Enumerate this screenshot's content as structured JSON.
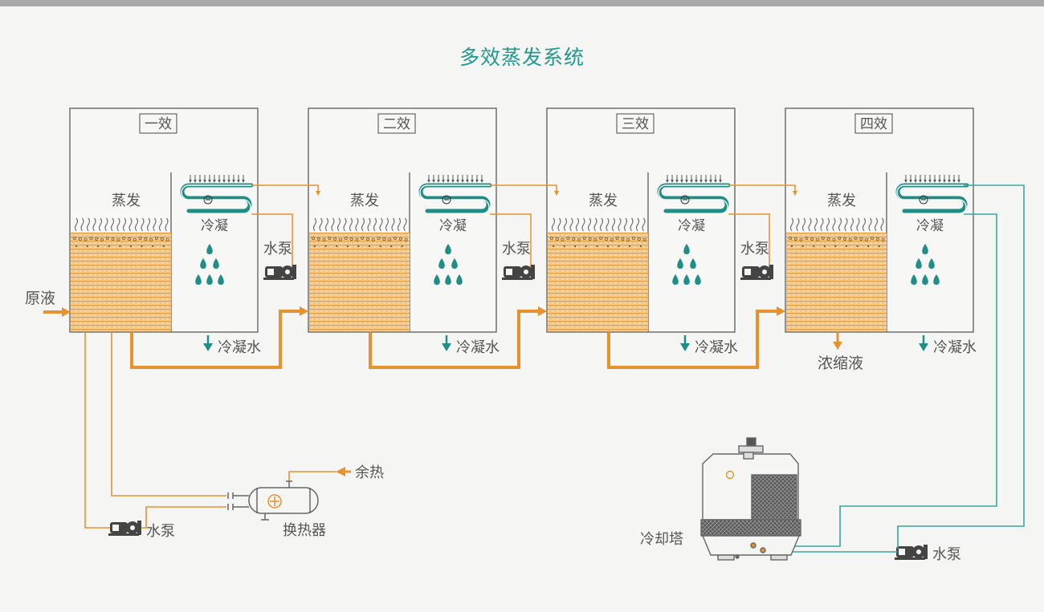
{
  "title": "多效蒸发系统",
  "colors": {
    "pipe_orange": "#e8922f",
    "teal": "#1f8e86",
    "line_teal": "#3aa79d",
    "outline": "#666666",
    "fill_orange": "#f3c37e"
  },
  "effects": [
    {
      "label": "一效",
      "evaporate": "蒸发",
      "condense": "冷凝",
      "water_out": "冷凝水"
    },
    {
      "label": "二效",
      "evaporate": "蒸发",
      "condense": "冷凝",
      "water_out": "冷凝水"
    },
    {
      "label": "三效",
      "evaporate": "蒸发",
      "condense": "冷凝",
      "water_out": "冷凝水"
    },
    {
      "label": "四效",
      "evaporate": "蒸发",
      "condense": "冷凝",
      "water_out": "冷凝水"
    }
  ],
  "labels": {
    "raw_liquid": "原液",
    "pump": "水泵",
    "concentrate": "浓缩液",
    "waste_heat": "余热",
    "heat_exchanger": "换热器",
    "cooling_tower": "冷却塔"
  }
}
